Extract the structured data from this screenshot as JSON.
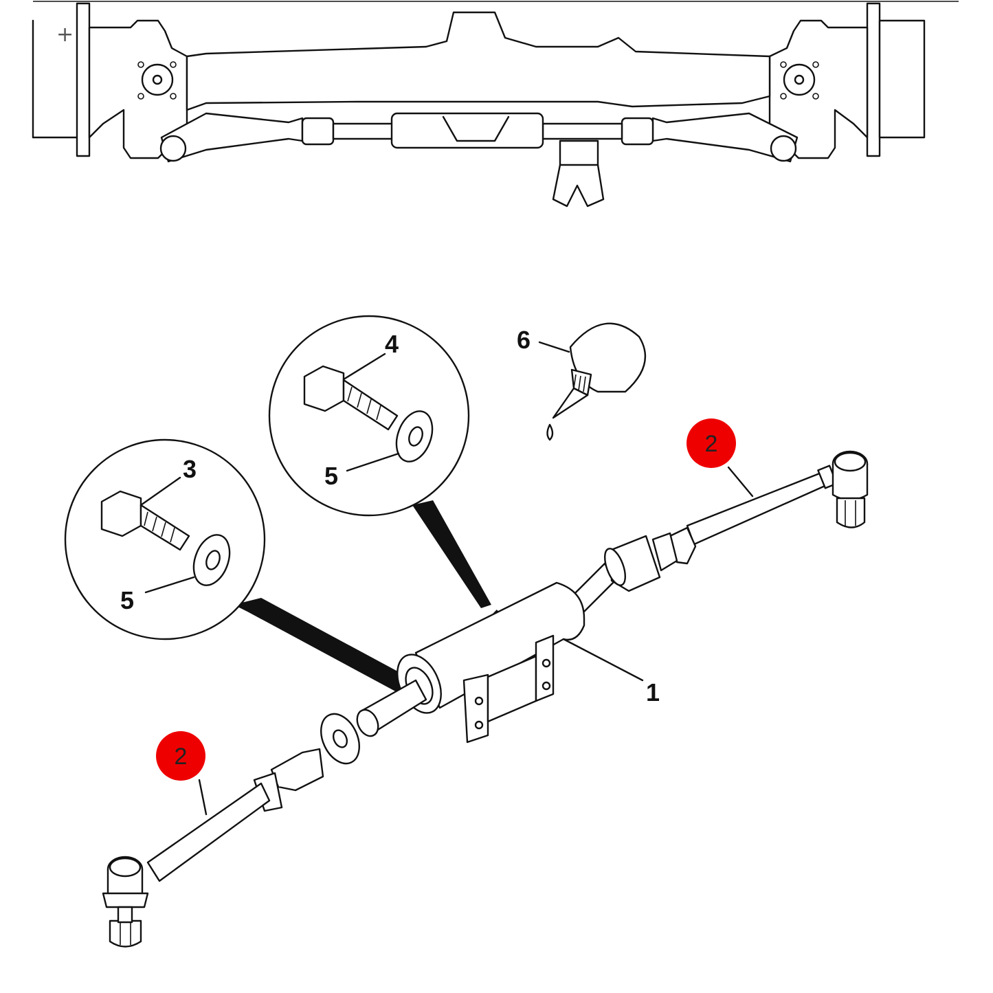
{
  "viewer": {
    "zoom_in": "+",
    "zoom_out": "−"
  },
  "callouts": {
    "part1": "1",
    "part2_right": "2",
    "part2_left": "2",
    "part3": "3",
    "part4": "4",
    "part5_upper": "5",
    "part5_lower": "5",
    "part6": "6"
  },
  "colors": {
    "highlight": "#ee0000",
    "line": "#111111",
    "background": "#ffffff"
  }
}
